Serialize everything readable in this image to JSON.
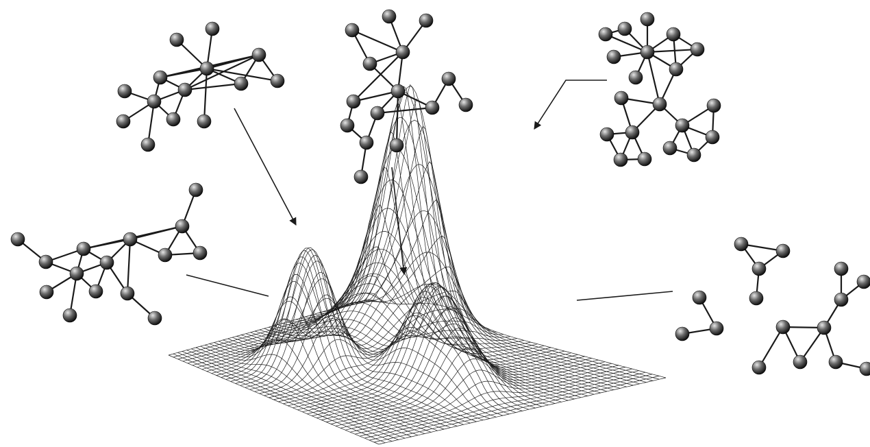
{
  "figure": {
    "description_visible_text": "",
    "colors": {
      "ink": "#1a1a1a",
      "node_light": "#d9d9d9",
      "node_dark": "#0a0a0a",
      "background": "#ffffff"
    },
    "surface": {
      "type": "3d-wireframe-landscape",
      "peak_count": 3
    },
    "networks": [
      {
        "id": "top-left",
        "points_to": "left-peak"
      },
      {
        "id": "top-center",
        "points_to": "center-peak"
      },
      {
        "id": "top-right",
        "points_to": "tall-peak"
      },
      {
        "id": "left",
        "points_to": "left-shoulder"
      },
      {
        "id": "right",
        "points_to": "right-shoulder"
      }
    ]
  }
}
